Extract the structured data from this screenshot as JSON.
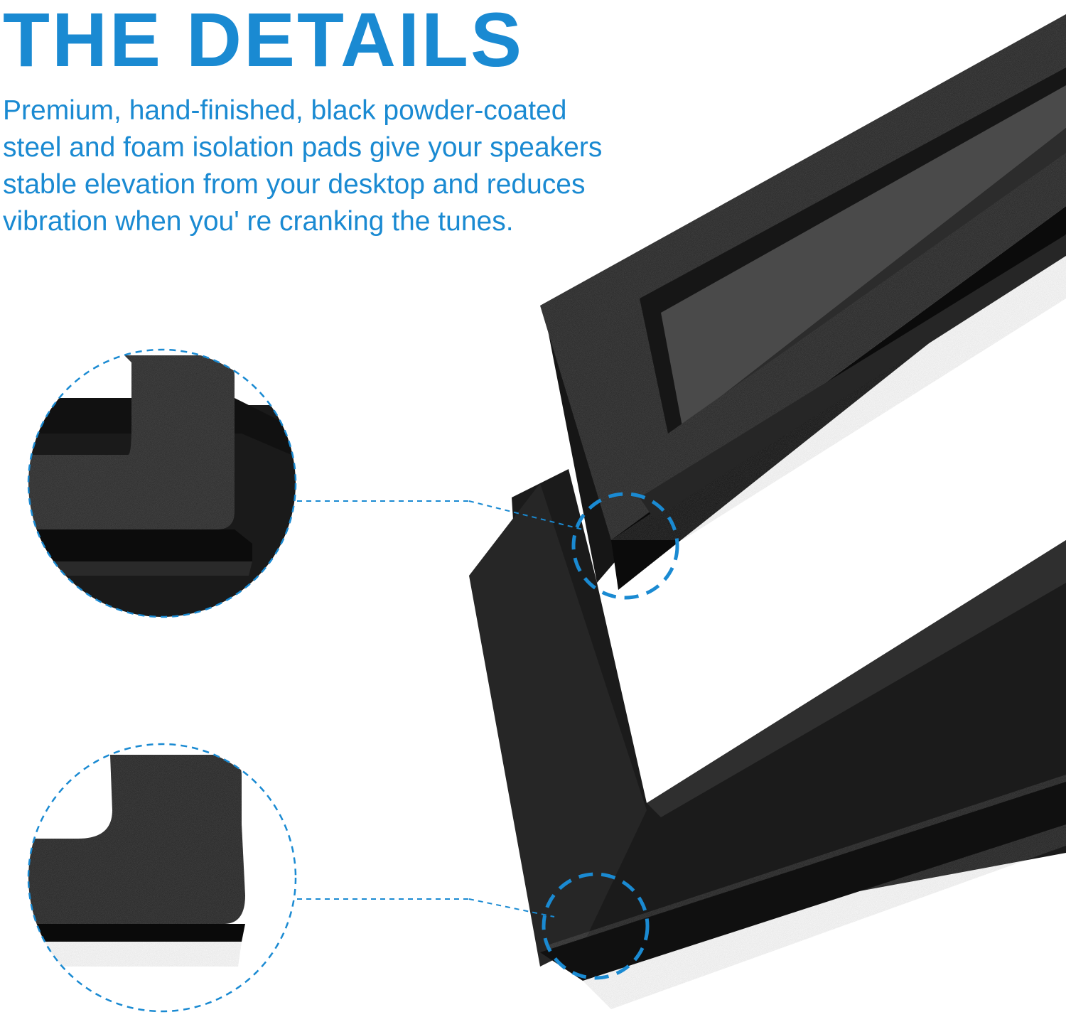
{
  "heading": "THE DETAILS",
  "description": {
    "lines": [
      "Premium, hand-finished, black powder-coated",
      "steel and foam isolation pads give your speakers",
      "stable elevation from your desktop and reduces",
      "vibration when you' re cranking the tunes."
    ]
  },
  "colors": {
    "accent": "#1a8ad2",
    "steel": "#1b1b1b",
    "foam": "#0d0d0d",
    "background": "#ffffff"
  }
}
